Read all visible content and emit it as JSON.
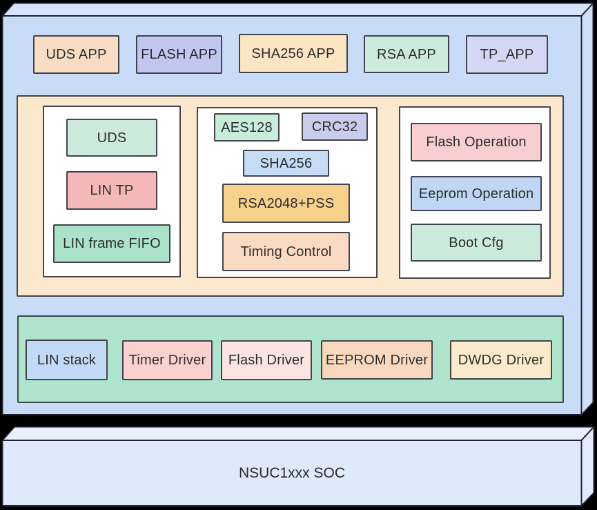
{
  "colors": {
    "page_bg": "#000000",
    "main_box_front": "#c8dcf8",
    "main_box_top": "#d6e4fb",
    "main_box_side": "#cfdff9",
    "soc_front": "#dfe9fc",
    "soc_top": "#e8effd",
    "soc_side": "#e2ebfc",
    "middleware_panel": "#fce9cd",
    "driver_panel": "#aee3cc",
    "group_bg": "#ffffff",
    "outline": "#23232f",
    "text": "#2d2d2d"
  },
  "app_layer": {
    "items": [
      {
        "label": "UDS APP",
        "color": "#f8dcc4"
      },
      {
        "label": "FLASH APP",
        "color": "#c2c7f2"
      },
      {
        "label": "SHA256 APP",
        "color": "#fbe5c3"
      },
      {
        "label": "RSA APP",
        "color": "#cdebdc"
      },
      {
        "label": "TP_APP",
        "color": "#d5d8f4"
      }
    ]
  },
  "middleware": {
    "diagnostic_group": {
      "items": [
        {
          "label": "UDS",
          "color": "#cdebdc"
        },
        {
          "label": "LIN TP",
          "color": "#f5b8b8"
        },
        {
          "label": "LIN frame FIFO",
          "color": "#aae2ca"
        }
      ]
    },
    "crypto_group": {
      "items": [
        {
          "label": "AES128",
          "color": "#c8eeda"
        },
        {
          "label": "CRC32",
          "color": "#c9cdec"
        },
        {
          "label": "SHA256",
          "color": "#c5dbf6"
        },
        {
          "label": "RSA2048+PSS",
          "color": "#f8d18c"
        },
        {
          "label": "Timing Control",
          "color": "#fbdac3"
        }
      ]
    },
    "memory_group": {
      "items": [
        {
          "label": "Flash Operation",
          "color": "#f9ced1"
        },
        {
          "label": "Eeprom Operation",
          "color": "#bfd6f4"
        },
        {
          "label": "Boot Cfg",
          "color": "#cbecdc"
        }
      ]
    }
  },
  "driver_layer": {
    "items": [
      {
        "label": "LIN stack",
        "color": "#c3daf7"
      },
      {
        "label": "Timer Driver",
        "color": "#f9d2cf"
      },
      {
        "label": "Flash Driver",
        "color": "#fce4e0"
      },
      {
        "label": "EEPROM Driver",
        "color": "#f8d9bd"
      },
      {
        "label": "DWDG Driver",
        "color": "#fcebca"
      }
    ]
  },
  "soc": {
    "label": "NSUC1xxx SOC"
  }
}
